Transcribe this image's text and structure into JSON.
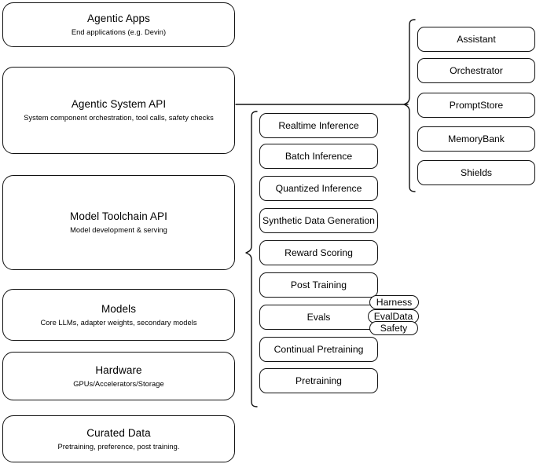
{
  "diagram": {
    "title": "AI Stack Layers Architecture Diagram",
    "stroke_color": "#111111",
    "background_color": "#ffffff",
    "layers": [
      {
        "title": "Agentic Apps",
        "subtitle": "End applications (e.g. Devin)"
      },
      {
        "title": "Agentic System API",
        "subtitle": "System component orchestration, tool calls, safety checks"
      },
      {
        "title": "Model Toolchain API",
        "subtitle": "Model development & serving"
      },
      {
        "title": "Models",
        "subtitle": "Core LLMs, adapter weights, secondary models"
      },
      {
        "title": "Hardware",
        "subtitle": "GPUs/Accelerators/Storage"
      },
      {
        "title": "Curated Data",
        "subtitle": "Pretraining, preference, post training."
      }
    ],
    "toolchain_nodes": [
      {
        "label": "Realtime Inference"
      },
      {
        "label": "Batch Inference"
      },
      {
        "label": "Quantized Inference"
      },
      {
        "label": "Synthetic Data Generation"
      },
      {
        "label": "Reward Scoring"
      },
      {
        "label": "Post Training"
      },
      {
        "label": "Evals"
      },
      {
        "label": "Continual Pretraining"
      },
      {
        "label": "Pretraining"
      }
    ],
    "system_nodes": [
      {
        "label": "Assistant"
      },
      {
        "label": "Orchestrator"
      },
      {
        "label": "PromptStore"
      },
      {
        "label": "MemoryBank"
      },
      {
        "label": "Shields"
      }
    ],
    "eval_tags": [
      {
        "label": "Harness"
      },
      {
        "label": "EvalData"
      },
      {
        "label": "Safety"
      }
    ]
  }
}
